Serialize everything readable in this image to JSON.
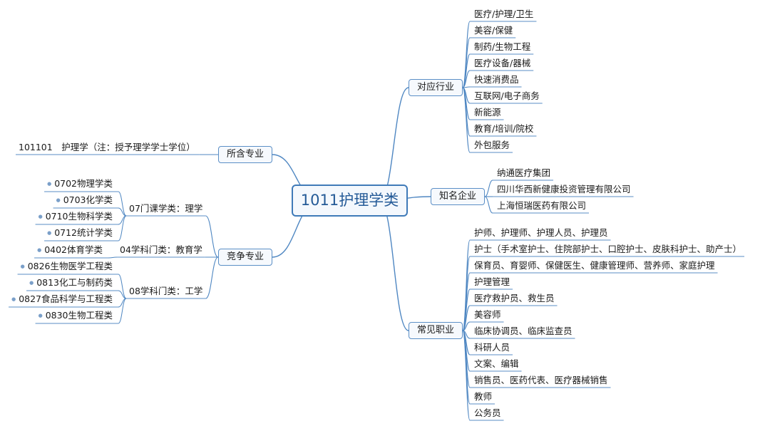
{
  "root": "1011护理学类",
  "industries": {
    "label": "对应行业",
    "items": [
      "医疗/护理/卫生",
      "美容/保健",
      "制药/生物工程",
      "医疗设备/器械",
      "快速消费品",
      "互联网/电子商务",
      "新能源",
      "教育/培训/院校",
      "外包服务"
    ]
  },
  "majors": {
    "label": "所含专业",
    "items": [
      "101101　护理学（注：授予理学学士学位）"
    ]
  },
  "companies": {
    "label": "知名企业",
    "items": [
      "纳通医疗集团",
      "四川华西新健康投资管理有限公司",
      "上海恒瑞医药有限公司"
    ]
  },
  "competing": {
    "label": "竞争专业",
    "groups": [
      {
        "label": "07门课学类：理学",
        "items": [
          "0702物理学类",
          "0703化学类",
          "0710生物科学类",
          "0712统计学类"
        ]
      },
      {
        "label": "04学科门类：教育学",
        "items": [
          "0402体育学类"
        ]
      },
      {
        "label": "08学科门类：工学",
        "items": [
          "0826生物医学工程类",
          "0813化工与制药类",
          "0827食品科学与工程类",
          "0830生物工程类"
        ]
      }
    ]
  },
  "careers": {
    "label": "常见职业",
    "items": [
      "护师、护理师、护理人员、护理员",
      "护士（手术室护士、住院部护士、口腔护士、皮肤科护士、助产士）",
      "保育员、育婴师、保健医生、健康管理师、营养师、家庭护理",
      "护理管理",
      "医疗救护员、救生员",
      "美容师",
      "临床协调员、临床监查员",
      "科研人员",
      "文案、编辑",
      "销售员、医药代表、医疗器械销售",
      "教师",
      "公务员"
    ]
  },
  "colors": {
    "line": "#4f87c2",
    "underline": "#7aa3d0",
    "root_border": "#3f7ab8",
    "root_text": "#245a97"
  }
}
